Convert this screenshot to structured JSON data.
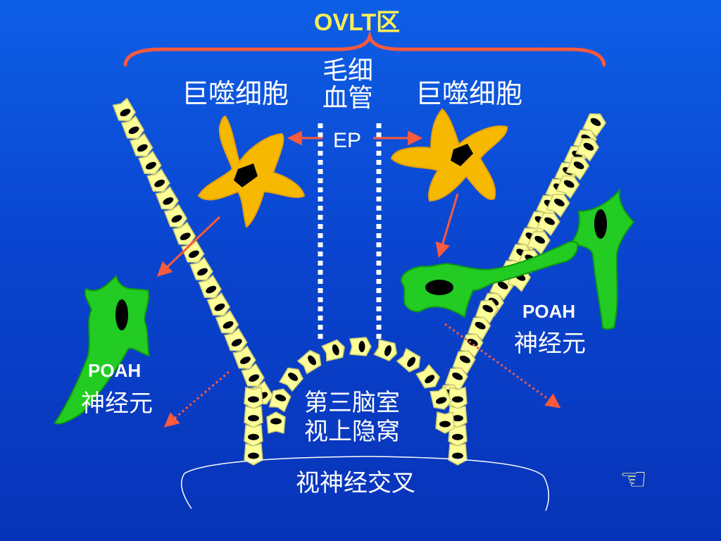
{
  "title": "OVLT区",
  "macrophage_left": "巨噬细胞",
  "macrophage_right": "巨噬细胞",
  "capillary_line1": "毛细",
  "capillary_line2": "血管",
  "ep_label": "EP",
  "poah_left": "POAH",
  "neuron_left": "神经元",
  "poah_right": "POAH",
  "neuron_right": "神经元",
  "third_ventricle_line1": "第三脑室",
  "third_ventricle_line2": "视上隐窝",
  "optic_chiasm": "视神经交叉",
  "hand_icon": "pointing-hand-icon",
  "colors": {
    "background": "#0a45cf",
    "macrophage": "#f7b800",
    "neuron": "#22cc22",
    "cell": "#ffff99",
    "arrow": "#ff5a3c",
    "brace": "#ff5a3c",
    "title": "#ffee55"
  }
}
